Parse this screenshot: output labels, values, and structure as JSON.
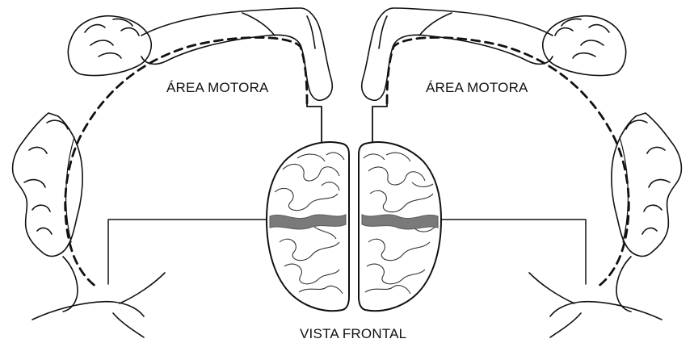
{
  "labels": {
    "motor_area_left": "ÁREA MOTORA",
    "motor_area_right": "ÁREA MOTORA",
    "frontal_view": "VISTA FRONTAL"
  },
  "colors": {
    "line": "#111111",
    "brain_fill": "#ffffff",
    "motor_strip": "#7a7a7a",
    "background": "#ffffff"
  }
}
